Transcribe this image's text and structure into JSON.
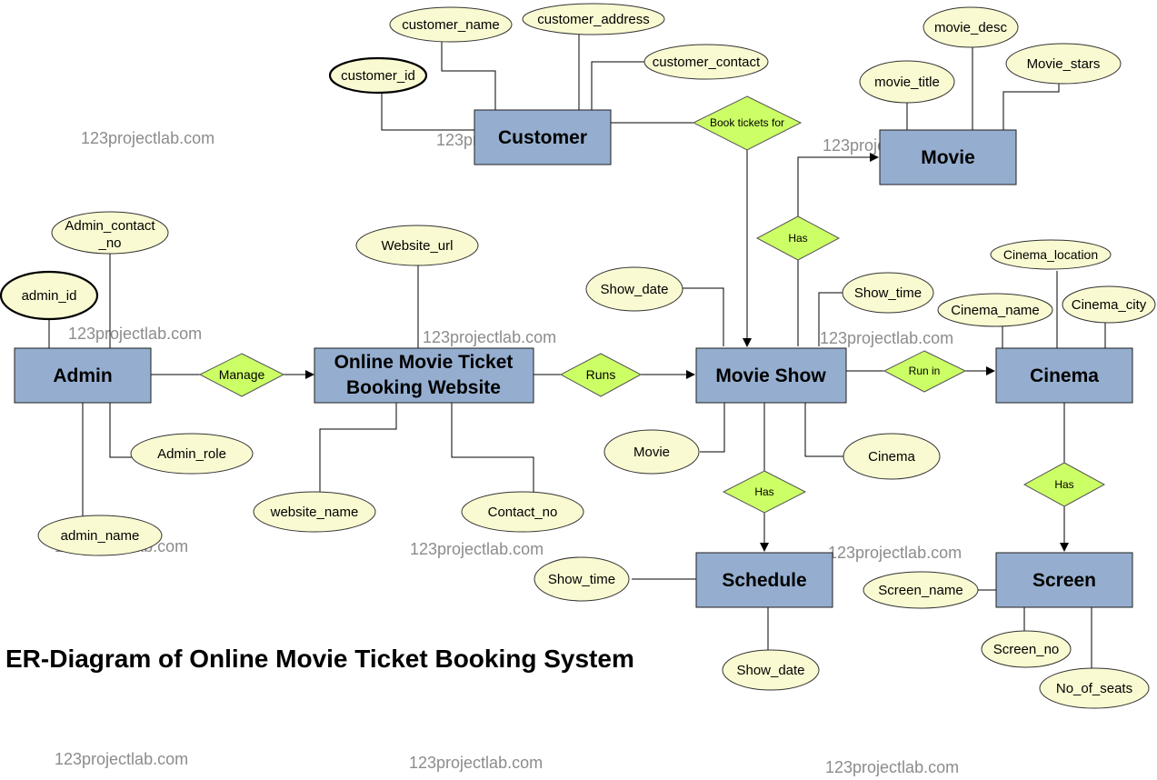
{
  "caption": "ER-Diagram of Online Movie Ticket Booking System",
  "watermark": "123projectlab.com",
  "colors": {
    "entity_fill": "#95aecf",
    "attribute_fill": "#fafad2",
    "relationship_fill": "#ccff66"
  },
  "entities": {
    "customer": "Customer",
    "movie": "Movie",
    "admin": "Admin",
    "website_line1": "Online Movie Ticket",
    "website_line2": "Booking Website",
    "movie_show": "Movie Show",
    "cinema": "Cinema",
    "schedule": "Schedule",
    "screen": "Screen"
  },
  "relationships": {
    "book_tickets_for": "Book tickets for",
    "has_movie": "Has",
    "manage": "Manage",
    "runs": "Runs",
    "run_in": "Run in",
    "has_schedule": "Has",
    "has_screen": "Has"
  },
  "attributes": {
    "customer_name": "customer_name",
    "customer_address": "customer_address",
    "customer_contact": "customer_contact",
    "customer_id": "customer_id",
    "movie_desc": "movie_desc",
    "movie_title": "movie_title",
    "movie_stars": "Movie_stars",
    "admin_contact_line1": "Admin_contact",
    "admin_contact_line2": "_no",
    "admin_id": "admin_id",
    "admin_role": "Admin_role",
    "admin_name": "admin_name",
    "website_url": "Website_url",
    "website_name": "website_name",
    "contact_no": "Contact_no",
    "show_date_ms": "Show_date",
    "show_time_ms": "Show_time",
    "movie": "Movie",
    "cinema": "Cinema",
    "cinema_location": "Cinema_location",
    "cinema_name": "Cinema_name",
    "cinema_city": "Cinema_city",
    "show_time_sched": "Show_time",
    "show_date_sched": "Show_date",
    "screen_name": "Screen_name",
    "screen_no": "Screen_no",
    "no_of_seats": "No_of_seats"
  }
}
